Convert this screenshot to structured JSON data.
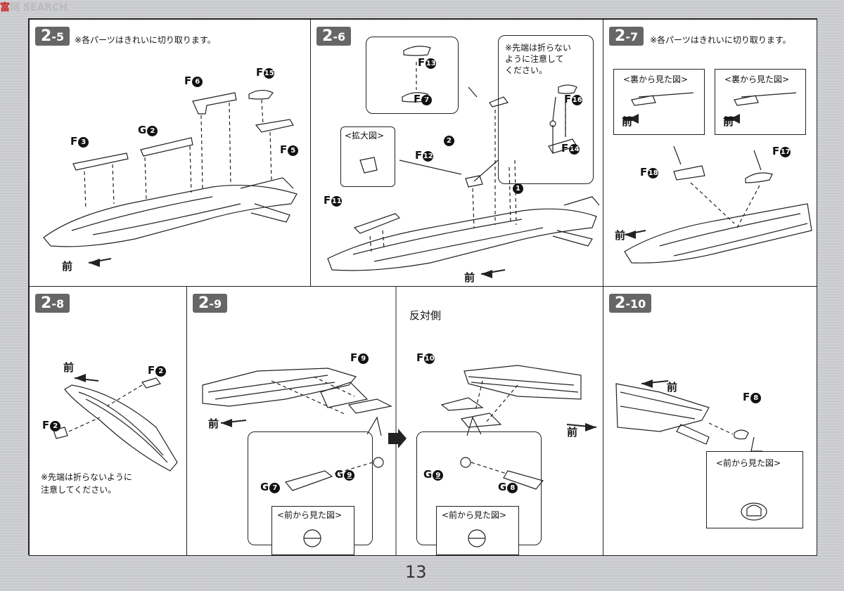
{
  "watermark": {
    "logo_a": "富",
    "logo_b": "网",
    "text": "SEARCH"
  },
  "page_number": "13",
  "panels": {
    "p25": {
      "step": "2",
      "sub": "-5",
      "note": "※各パーツはきれいに切り取ります。",
      "labels": {
        "f6": "F",
        "f6n": "6",
        "f15": "F",
        "f15n": "15",
        "g2": "G",
        "g2n": "2",
        "f3": "F",
        "f3n": "3",
        "f5": "F",
        "f5n": "5"
      },
      "front": "前"
    },
    "p26": {
      "step": "2",
      "sub": "-6",
      "labels": {
        "f13": "F",
        "f13n": "13",
        "f7": "F",
        "f7n": "7",
        "f16": "F",
        "f16n": "16",
        "f14": "F",
        "f14n": "14",
        "f12": "F",
        "f12n": "12",
        "f11": "F",
        "f11n": "11",
        "s2": "2",
        "s1": "1"
      },
      "zoom": "<拡大図>",
      "caution": "※先端は折らない\nように注意して\nください。",
      "front": "前"
    },
    "p27": {
      "step": "2",
      "sub": "-7",
      "note": "※各パーツはきれいに切り取ります。",
      "back_view": "<裏から見た図>",
      "labels": {
        "f18": "F",
        "f18n": "18",
        "f17": "F",
        "f17n": "17"
      },
      "front": "前"
    },
    "p28": {
      "step": "2",
      "sub": "-8",
      "labels": {
        "f2a": "F",
        "f2an": "2",
        "f2b": "F",
        "f2bn": "2"
      },
      "caution": "※先端は折らないように\n注意してください。",
      "front": "前"
    },
    "p29": {
      "step": "2",
      "sub": "-9",
      "opposite": "反対側",
      "labels": {
        "f9": "F",
        "f9n": "9",
        "f10": "F",
        "f10n": "10",
        "g7": "G",
        "g7n": "7",
        "g9a": "G",
        "g9an": "9",
        "g9b": "G",
        "g9bn": "9",
        "g8": "G",
        "g8n": "8"
      },
      "front_view": "<前から見た図>",
      "front": "前"
    },
    "p210": {
      "step": "2",
      "sub": "-10",
      "labels": {
        "f8": "F",
        "f8n": "8"
      },
      "front_view": "<前から見た図>",
      "front": "前"
    }
  }
}
